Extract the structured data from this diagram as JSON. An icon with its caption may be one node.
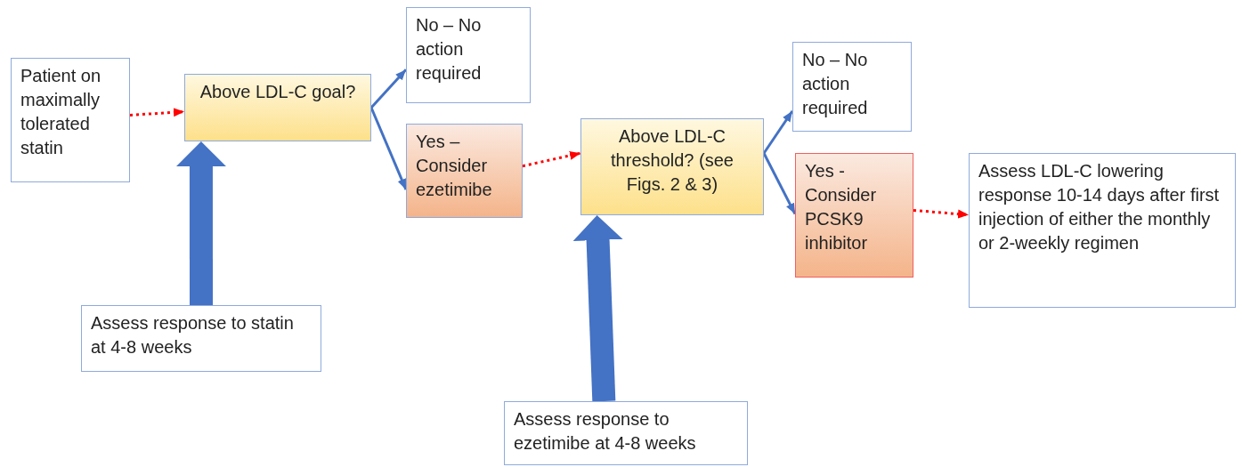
{
  "diagram": {
    "nodes": [
      {
        "text": [
          "Patient on maximally tolerated statin"
        ]
      },
      {
        "text": [
          "Above LDL-C goal?"
        ]
      },
      {
        "text": [
          "No – No action required"
        ]
      },
      {
        "text": [
          "Yes – Consider ezetimibe"
        ]
      },
      {
        "text": [
          "Above LDL-C threshold? (see Figs. 2 & 3)"
        ]
      },
      {
        "text": [
          "No – No action required"
        ]
      },
      {
        "text": [
          "Yes - Consider PCSK9 inhibitor"
        ]
      },
      {
        "text": [
          "Assess LDL-C lowering response 10-14 days after first injection of either the monthly or 2-weekly regimen"
        ]
      },
      {
        "text": [
          "Assess response to statin at 4-8 weeks"
        ]
      },
      {
        "text": [
          "Assess response to ezetimibe at 4-8 weeks"
        ]
      }
    ],
    "edges": [
      {
        "from": 0,
        "to": 1,
        "arrow": "to",
        "style": "dashed",
        "color": "#ff0000"
      },
      {
        "from": 1,
        "to": 2,
        "arrow": "to"
      },
      {
        "from": 1,
        "to": 3,
        "arrow": "to"
      },
      {
        "from": 3,
        "to": 4,
        "arrow": "to",
        "style": "dashed",
        "color": "#ff0000"
      },
      {
        "from": 4,
        "to": 5,
        "arrow": "to"
      },
      {
        "from": 4,
        "to": 6,
        "arrow": "to"
      },
      {
        "from": 6,
        "to": 7,
        "arrow": "to",
        "style": "dashed",
        "color": "#ff0000"
      },
      {
        "from": 8,
        "to": 1,
        "arrow": "to",
        "style": "thick"
      },
      {
        "from": 9,
        "to": 4,
        "arrow": "to",
        "style": "thick"
      }
    ]
  }
}
